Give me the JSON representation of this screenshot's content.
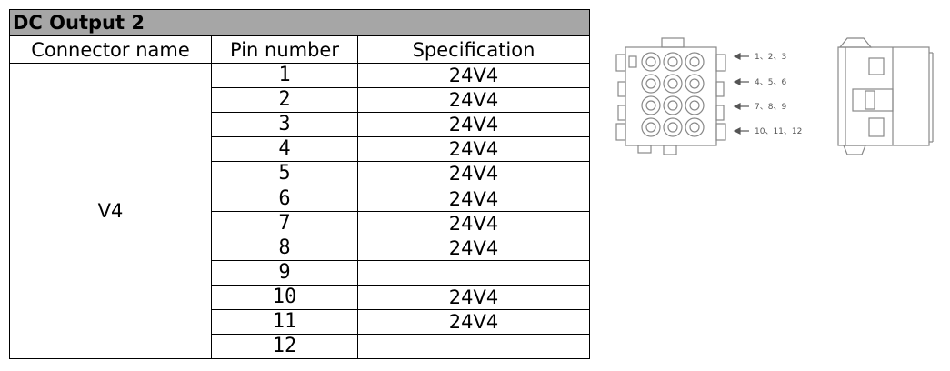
{
  "table": {
    "title": "DC Output 2",
    "headers": {
      "connector": "Connector name",
      "pin": "Pin number",
      "spec": "Specification"
    },
    "connector_name": "V4",
    "pins": [
      {
        "pin": "1",
        "spec": "24V4"
      },
      {
        "pin": "2",
        "spec": "24V4"
      },
      {
        "pin": "3",
        "spec": "24V4"
      },
      {
        "pin": "4",
        "spec": "24V4"
      },
      {
        "pin": "5",
        "spec": "24V4"
      },
      {
        "pin": "6",
        "spec": "24V4"
      },
      {
        "pin": "7",
        "spec": "24V4"
      },
      {
        "pin": "8",
        "spec": "24V4"
      },
      {
        "pin": "9",
        "spec": ""
      },
      {
        "pin": "10",
        "spec": "24V4"
      },
      {
        "pin": "11",
        "spec": "24V4"
      },
      {
        "pin": "12",
        "spec": ""
      }
    ]
  },
  "diagram": {
    "row_labels": [
      "1、2、3",
      "4、5、6",
      "7、8、9",
      "10、11、12"
    ]
  }
}
